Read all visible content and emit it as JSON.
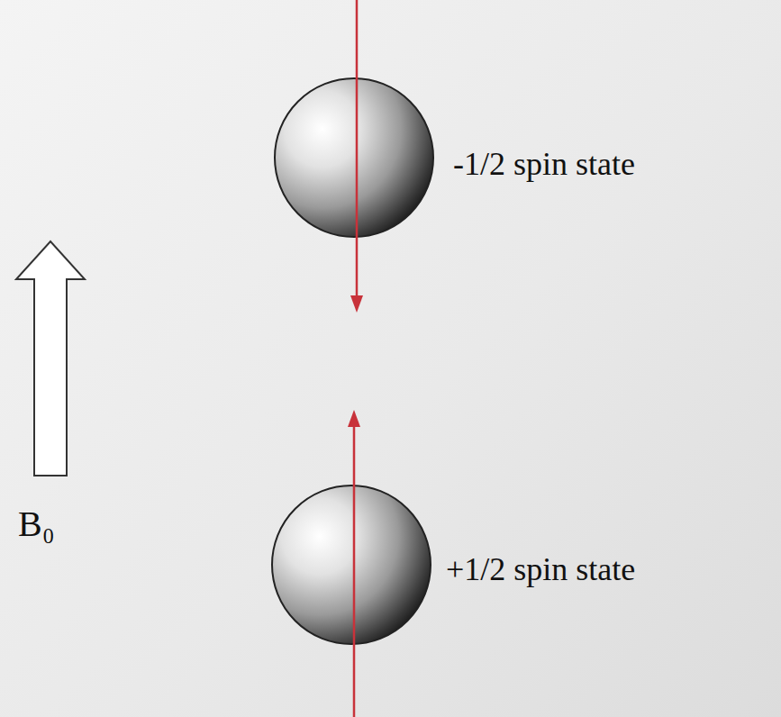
{
  "diagram": {
    "labels": [
      "-1/2 spin state",
      "+1/2 spin state",
      "B₀"
    ]
  }
}
